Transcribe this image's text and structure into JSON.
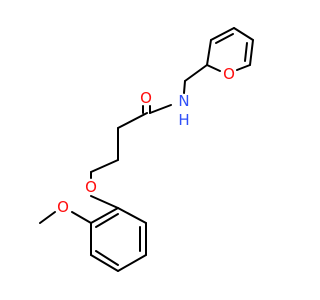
{
  "molecule": {
    "atoms": {
      "carbonyl_oxygen": {
        "label": "O",
        "color": "#ff0d0d"
      },
      "amide_nitrogen": {
        "label": "N",
        "color": "#3050f8"
      },
      "amide_hydrogen": {
        "label": "H",
        "color": "#3050f8"
      },
      "furan_oxygen": {
        "label": "O",
        "color": "#ff0d0d"
      },
      "ether_oxygen": {
        "label": "O",
        "color": "#ff0d0d"
      },
      "methoxy_oxygen": {
        "label": "O",
        "color": "#ff0d0d"
      }
    },
    "bond_color": "#000000"
  }
}
